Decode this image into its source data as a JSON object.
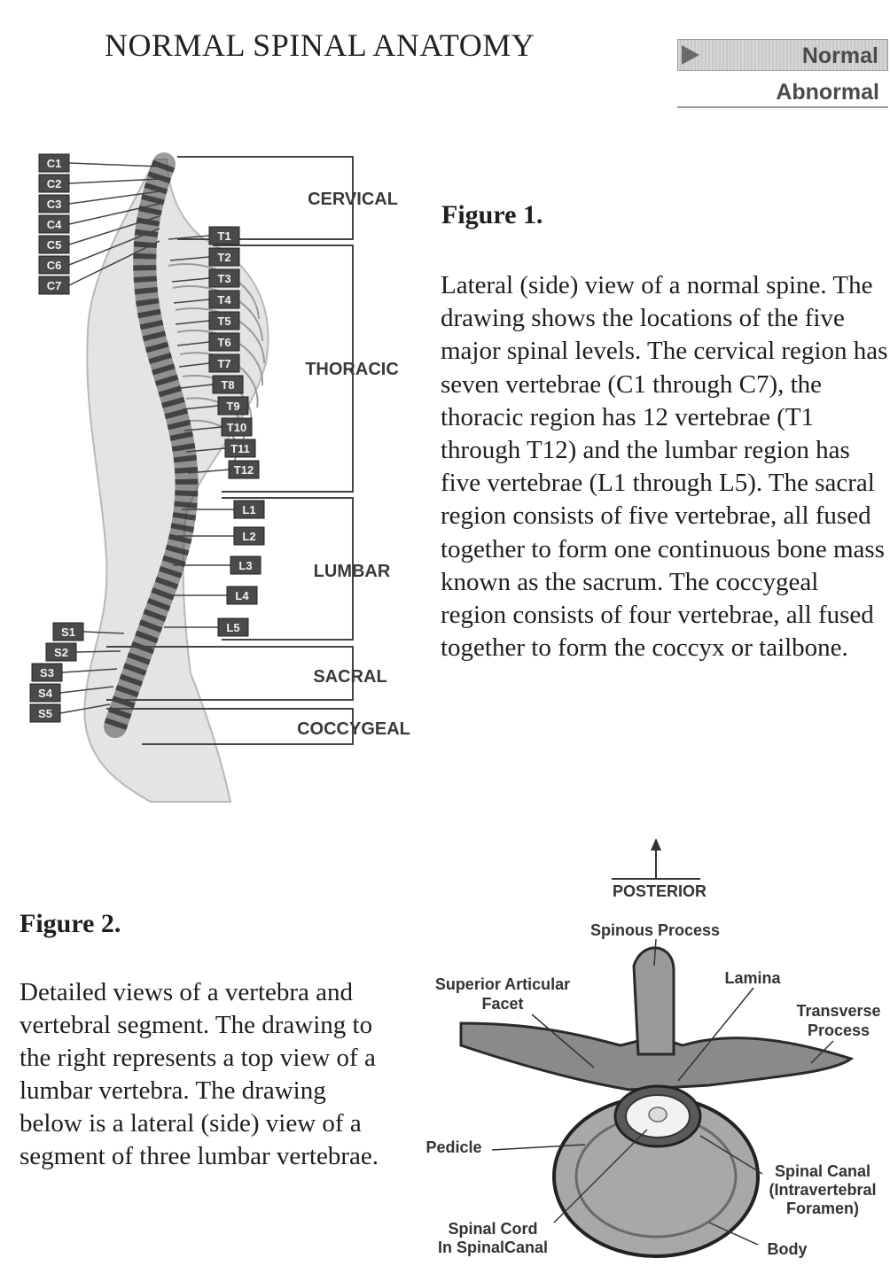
{
  "page": {
    "title": "NORMAL SPINAL ANATOMY"
  },
  "nav": {
    "normal_label": "Normal",
    "abnormal_label": "Abnormal"
  },
  "figure1": {
    "heading": "Figure 1.",
    "caption": "Lateral (side) view of a normal spine. The drawing shows the locations of the five major spinal levels. The cervical region has seven vertebrae (C1 through C7), the thoracic region has 12 vertebrae (T1 through T12) and the lumbar region has five vertebrae (L1 through L5). The sacral region consists of five vertebrae, all fused together to form one continuous bone mass known as the sacrum. The coccygeal region consists of four vertebrae, all fused together to form the coccyx or tailbone.",
    "cervical_labels": [
      "C1",
      "C2",
      "C3",
      "C4",
      "C5",
      "C6",
      "C7"
    ],
    "thoracic_labels": [
      "T1",
      "T2",
      "T3",
      "T4",
      "T5",
      "T6",
      "T7",
      "T8",
      "T9",
      "T10",
      "T11",
      "T12"
    ],
    "lumbar_labels": [
      "L1",
      "L2",
      "L3",
      "L4",
      "L5"
    ],
    "sacral_labels": [
      "S1",
      "S2",
      "S3",
      "S4",
      "S5"
    ],
    "regions": {
      "cervical": "CERVICAL",
      "thoracic": "THORACIC",
      "lumbar": "LUMBAR",
      "sacral": "SACRAL",
      "coccygeal": "COCCYGEAL"
    }
  },
  "figure2": {
    "heading": "Figure 2.",
    "caption": "Detailed views of a vertebra and vertebral segment. The drawing to the right represents a top view of a lumbar vertebra. The drawing below is a lateral (side) view of a segment of three lumbar vertebrae.",
    "labels": {
      "posterior": "POSTERIOR",
      "spinous_process": "Spinous Process",
      "lamina": "Lamina",
      "superior_articular_facet_1": "Superior Articular",
      "superior_articular_facet_2": "Facet",
      "transverse_process_1": "Transverse",
      "transverse_process_2": "Process",
      "pedicle": "Pedicle",
      "spinal_canal_1": "Spinal Canal",
      "spinal_canal_2": "(Intravertebral",
      "spinal_canal_3": "Foramen)",
      "spinal_cord_1": "Spinal Cord",
      "spinal_cord_2": "In SpinalCanal",
      "body": "Body"
    }
  }
}
